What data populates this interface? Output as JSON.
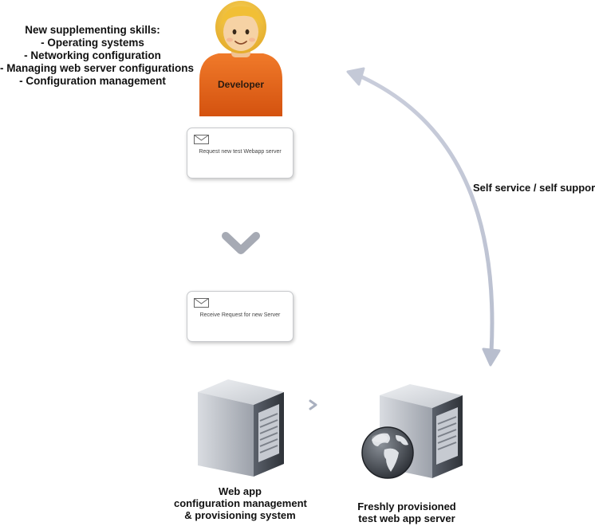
{
  "skills": {
    "title": "New supplementing skills:",
    "items": [
      "- Operating systems",
      "- Networking configuration",
      "- Managing web server configurations",
      "- Configuration management"
    ]
  },
  "developer": {
    "label": "Developer"
  },
  "card_request": {
    "label": "Request new test Webapp server"
  },
  "card_receive": {
    "label": "Receive Request for new Server"
  },
  "self_service": {
    "label": "Self service / self support"
  },
  "provisioning_system": {
    "lines": [
      "Web app",
      "configuration management",
      "& provisioning system"
    ]
  },
  "fresh_server": {
    "lines": [
      "Freshly provisioned",
      "test web app server"
    ]
  },
  "colors": {
    "shirt": "#e8631a",
    "hair": "#f2c33b",
    "skin": "#f6d2a4",
    "chevron": "#a6aab4",
    "curve_arrow": "#c3c8d6",
    "server_body": "#3c4048"
  }
}
